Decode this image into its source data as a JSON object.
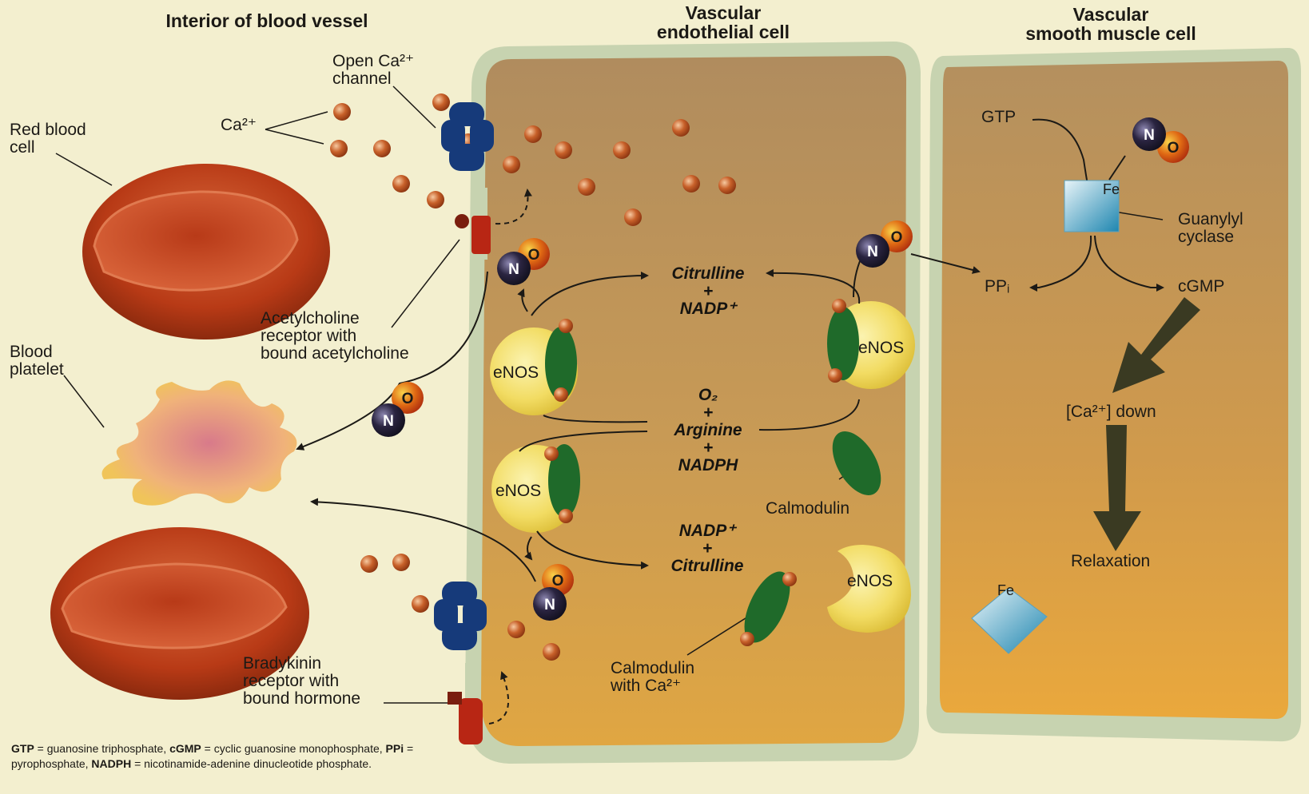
{
  "headers": {
    "interior": "Interior of blood vessel",
    "endothelial": "Vascular\nendothelial cell",
    "smooth_muscle": "Vascular\nsmooth muscle cell"
  },
  "labels": {
    "red_blood_cell": "Red blood\ncell",
    "blood_platelet": "Blood\nplatelet",
    "open_ca_channel": "Open Ca²⁺\nchannel",
    "ca_ion": "Ca²⁺",
    "acetylcholine_receptor": "Acetylcholine\nreceptor with\nbound acetylcholine",
    "bradykinin_receptor": "Bradykinin\nreceptor with\nbound hormone",
    "calmodulin": "Calmodulin",
    "calmodulin_ca": "Calmodulin\nwith Ca²⁺",
    "enos": "eNOS",
    "gtp": "GTP",
    "fe": "Fe",
    "guanylyl_cyclase": "Guanylyl\ncyclase",
    "ppi": "PPᵢ",
    "cgmp": "cGMP",
    "ca_down": "[Ca²⁺] down",
    "relaxation": "Relaxation",
    "nitrogen": "N",
    "oxygen": "O"
  },
  "chemicals": {
    "citrulline_top": "Citrulline\n+\nNADP⁺",
    "reactants": "O₂\n+\nArginine\n+\nNADPH",
    "citrulline_bottom": "NADP⁺\n+\nCitrulline"
  },
  "footnote": [
    {
      "term": "GTP",
      "def": " = guanosine triphosphate, "
    },
    {
      "term": "cGMP",
      "def": " = cyclic guanosine monophosphate, "
    },
    {
      "term": "PPi",
      "def": " = pyrophosphate, "
    },
    {
      "term": "NADPH",
      "def": " = nicotinamide-adenine dinucleotide phosphate."
    }
  ],
  "colors": {
    "background": "#f3efcf",
    "cell_body": "#c89a55",
    "membrane": "#c7d3b0",
    "ca_ion": "#b8561f",
    "red_cell": "#b83a16",
    "platelet": "#f0c45a",
    "receptor_blue": "#163a7a",
    "enos_yellow": "#f2dc63",
    "calmodulin_green": "#1f6a2a",
    "nitrogen_atom": "#2a2440",
    "oxygen_atom": "#d45a14",
    "guanylyl_cyclase": "#6bbad4"
  }
}
